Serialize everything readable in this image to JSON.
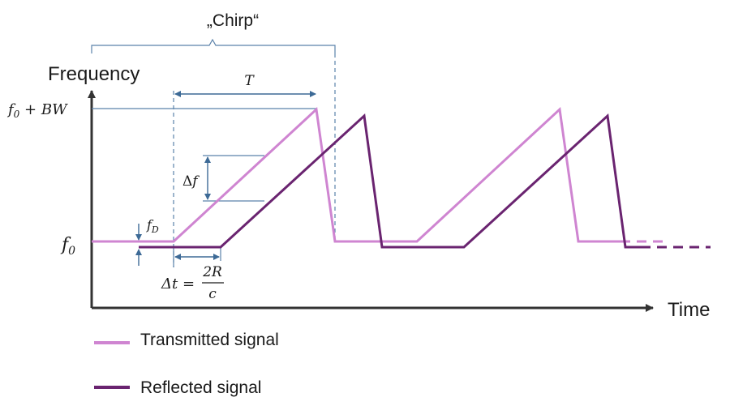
{
  "diagram": {
    "chirp_label": "„Chirp“",
    "y_axis_label": "Frequency",
    "x_axis_label": "Time",
    "f0_plus_bw": {
      "f": "f",
      "sub": "0",
      "rest": " + BW"
    },
    "f0": {
      "f": "f",
      "sub": "0"
    },
    "period": "T",
    "delta_f": {
      "delta": "Δ",
      "var": "f"
    },
    "doppler": {
      "f": "f",
      "sub": "D"
    },
    "delta_t": {
      "lhs": "Δt =",
      "num": "2R",
      "den": "c"
    }
  },
  "legend": [
    {
      "label": "Transmitted signal",
      "color": "#cf85d1"
    },
    {
      "label": "Reflected signal",
      "color": "#6a2470"
    }
  ],
  "colors": {
    "transmitted": "#cf85d1",
    "reflected": "#6a2470",
    "annotation": "#3d6a96",
    "axis": "#333333"
  }
}
